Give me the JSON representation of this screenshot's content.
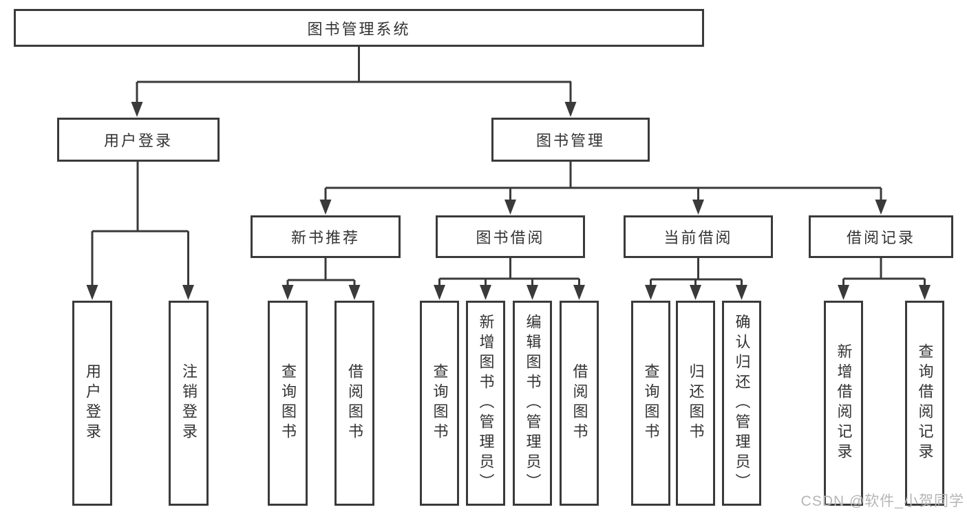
{
  "diagram": {
    "root": {
      "label": "图书管理系统"
    },
    "branches": [
      {
        "label": "用户登录",
        "children": [
          {
            "label": "用户登录"
          },
          {
            "label": "注销登录"
          }
        ]
      },
      {
        "label": "图书管理",
        "children": [
          {
            "label": "新书推荐",
            "children": [
              {
                "label": "查询图书"
              },
              {
                "label": "借阅图书"
              }
            ]
          },
          {
            "label": "图书借阅",
            "children": [
              {
                "label": "查询图书"
              },
              {
                "label": "新增图书（管理员）"
              },
              {
                "label": "编辑图书（管理员）"
              },
              {
                "label": "借阅图书"
              }
            ]
          },
          {
            "label": "当前借阅",
            "children": [
              {
                "label": "查询图书"
              },
              {
                "label": "归还图书"
              },
              {
                "label": "确认归还（管理员）"
              }
            ]
          },
          {
            "label": "借阅记录",
            "children": [
              {
                "label": "新增借阅记录"
              },
              {
                "label": "查询借阅记录"
              }
            ]
          }
        ]
      }
    ]
  },
  "watermark": {
    "text": "CSDN @软件_小贺同学"
  },
  "colors": {
    "line": "#3a3a3a",
    "text": "#333333",
    "box_background": "#ffffff",
    "watermark": "#b5b5b5"
  }
}
